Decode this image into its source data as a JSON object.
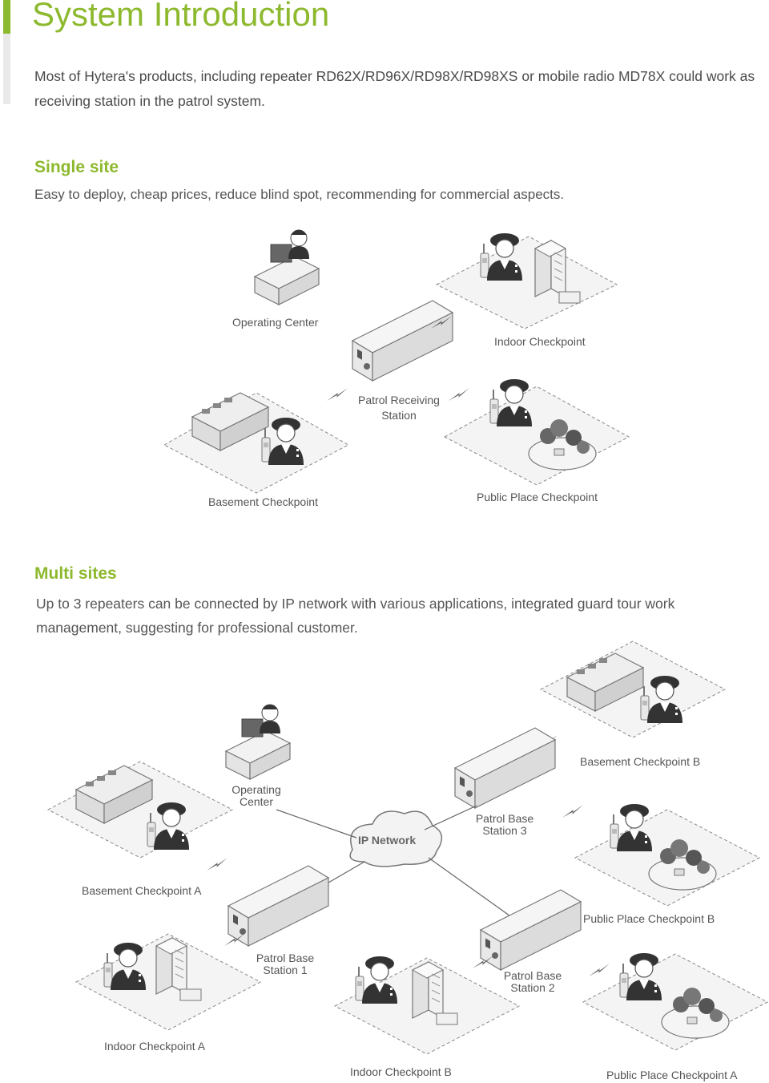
{
  "header": {
    "title": "System Introduction",
    "intro": "Most of Hytera's products, including repeater RD62X/RD96X/RD98X/RD98XS or mobile radio MD78X could work as receiving station in the patrol system."
  },
  "single_site": {
    "title": "Single site",
    "description": "Easy to deploy, cheap prices, reduce blind spot, recommending for commercial aspects.",
    "labels": {
      "operating_center": "Operating Center",
      "indoor_checkpoint": "Indoor Checkpoint",
      "receiving_station": "Patrol Receiving\nStation",
      "basement_checkpoint": "Basement Checkpoint",
      "public_place_checkpoint": "Public Place Checkpoint"
    }
  },
  "multi_sites": {
    "title": "Multi sites",
    "description": "Up to 3 repeaters can be connected by IP network with various applications, integrated guard tour work management, suggesting for professional customer.",
    "labels": {
      "operating_center": "Operating\nCenter",
      "ip_network": "IP Network",
      "base_station_1": "Patrol Base\nStation 1",
      "base_station_2": "Patrol Base\nStation 2",
      "base_station_3": "Patrol Base\nStation 3",
      "basement_a": "Basement Checkpoint A",
      "basement_b": "Basement Checkpoint B",
      "indoor_a": "Indoor Checkpoint A",
      "indoor_b": "Indoor Checkpoint B",
      "public_a": "Public Place Checkpoint A",
      "public_b": "Public Place Checkpoint B"
    }
  },
  "colors": {
    "accent": "#8db92e",
    "text": "#555555",
    "illustration": "#9a9a9a"
  }
}
